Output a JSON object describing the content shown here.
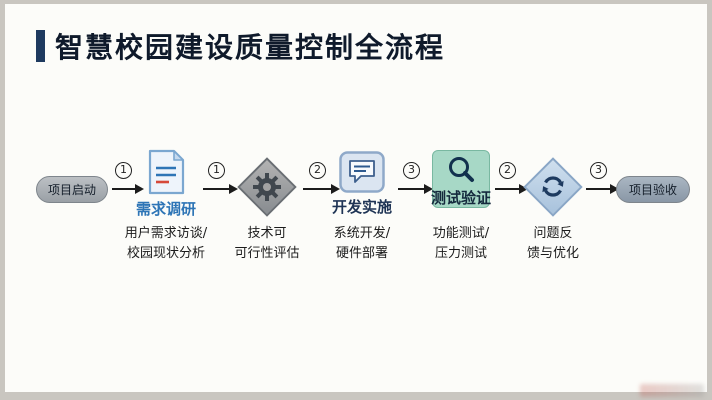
{
  "title": "智慧校园建设质量控制全流程",
  "flow": {
    "start_label": "项目启动",
    "end_label": "项目验收",
    "connectors": [
      {
        "num": "1"
      },
      {
        "num": "1"
      },
      {
        "num": "2"
      },
      {
        "num": "3"
      },
      {
        "num": "2"
      },
      {
        "num": "3"
      }
    ],
    "steps": [
      {
        "icon": "document-icon",
        "label": "需求调研",
        "desc": [
          "用户需求访谈/",
          "校园现状分析"
        ]
      },
      {
        "icon": "gear-icon",
        "desc": [
          "技术可",
          "可行性评估"
        ]
      },
      {
        "icon": "chat-document-icon",
        "label": "开发实施",
        "desc": [
          "系统开发/",
          "硬件部署"
        ]
      },
      {
        "icon": "magnifier-icon",
        "label": "测试验证",
        "desc": [
          "功能测试/",
          "压力测试"
        ]
      },
      {
        "icon": "sync-arrows-icon",
        "desc": [
          "问题反",
          "馈与优化"
        ]
      }
    ]
  },
  "colors": {
    "accent_bar": "#1e3a5f",
    "step_label_blue": "#2e75b6",
    "step_label_navy": "#1f3455",
    "green_box": "#a7d8c6",
    "diamond_gray": "#9a9a9a",
    "diamond_blue": "#b9cde3"
  }
}
